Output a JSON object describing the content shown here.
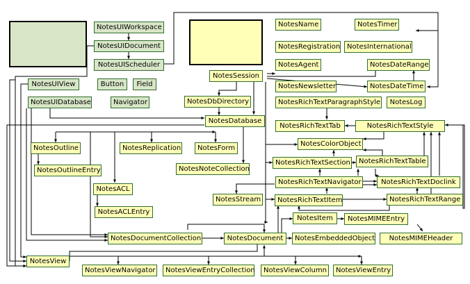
{
  "diagram": {
    "legend": {
      "back_end_color": "#d8e6c7",
      "front_end_color": "#ffffb8"
    },
    "classes": {
      "ui_workspace": "NotesUIWorkspace",
      "ui_document": "NotesUIDocument",
      "ui_scheduler": "NotesUIScheduler",
      "ui_view": "NotesUIView",
      "button": "Button",
      "field": "Field",
      "ui_database": "NotesUIDatabase",
      "navigator": "Navigator",
      "session": "NotesSession",
      "db_directory": "NotesDbDirectory",
      "database": "NotesDatabase",
      "outline": "NotesOutline",
      "outline_entry": "NotesOutlineEntry",
      "replication": "NotesReplication",
      "form": "NotesForm",
      "note_collection": "NotesNoteCollection",
      "acl": "NotesACL",
      "acl_entry": "NotesACLEntry",
      "name": "NotesName",
      "timer": "NotesTimer",
      "registration": "NotesRegistration",
      "international": "NotesInternational",
      "agent": "NotesAgent",
      "date_range": "NotesDateRange",
      "newsletter": "NotesNewsletter",
      "date_time": "NotesDateTime",
      "rt_paragraph_style": "NotesRichTextParagraphStyle",
      "log": "NotesLog",
      "rt_tab": "NotesRichTextTab",
      "rt_style": "NotesRichTextStyle",
      "color_object": "NotesColorObject",
      "rt_section": "NotesRichTextSection",
      "rt_table": "NotesRichTextTable",
      "rt_navigator": "NotesRichTextNavigator",
      "rt_doclink": "NotesRichTextDoclink",
      "stream": "NotesStream",
      "rt_item": "NotesRichTextItem",
      "rt_range": "NotesRichTextRange",
      "item": "NotesItem",
      "mime_entry": "NotesMIMEEntry",
      "mime_header": "NotesMIMEHeader",
      "document_collection": "NotesDocumentCollection",
      "document": "NotesDocument",
      "embedded_object": "NotesEmbeddedObject",
      "view": "NotesView",
      "view_navigator": "NotesViewNavigator",
      "view_entry_collection": "NotesViewEntryCollection",
      "view_column": "NotesViewColumn",
      "view_entry": "NotesViewEntry"
    }
  }
}
